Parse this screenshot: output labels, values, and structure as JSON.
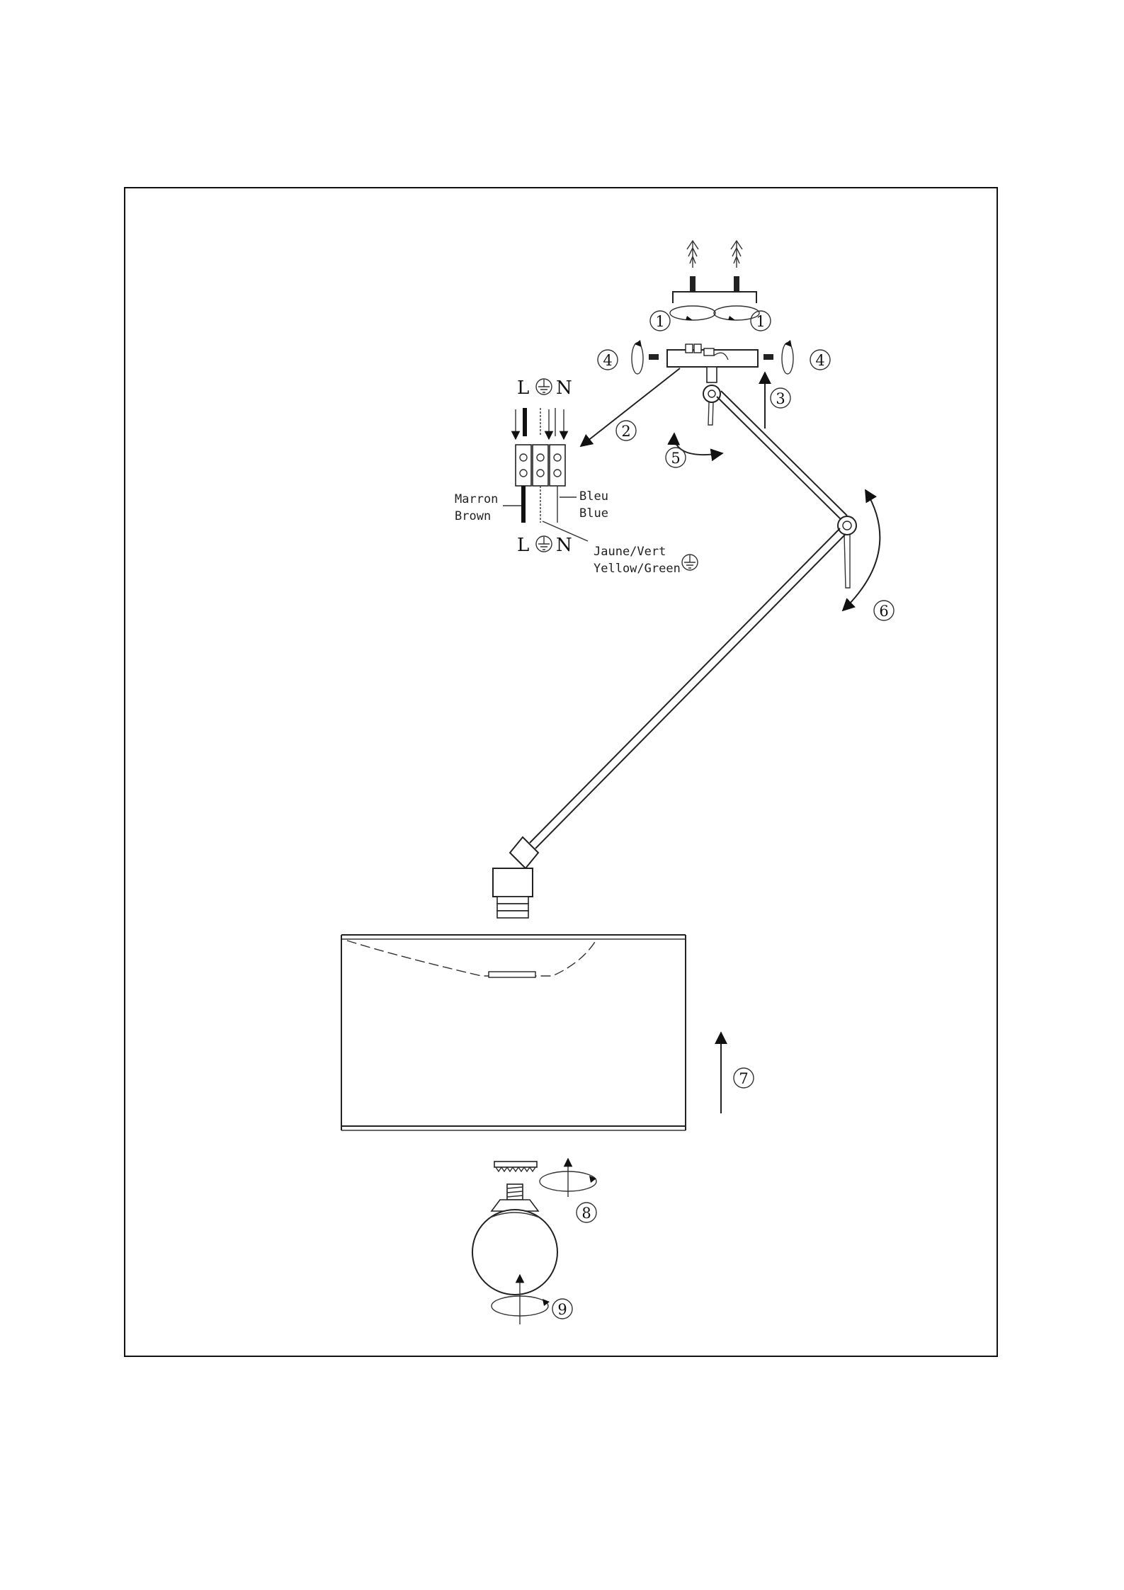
{
  "steps": [
    "1",
    "1",
    "2",
    "3",
    "4",
    "4",
    "5",
    "6",
    "7",
    "8",
    "9"
  ],
  "terminals": {
    "top_l": "L",
    "top_n": "N",
    "bottom_l": "L",
    "bottom_n": "N"
  },
  "wires": {
    "brown_fr": "Marron",
    "brown_en": "Brown",
    "blue_fr": "Bleu",
    "blue_en": "Blue",
    "earth_fr": "Jaune/Vert",
    "earth_en": "Yellow/Green"
  },
  "icons": [
    "ground-symbol",
    "rotate-arrow",
    "screw",
    "wall-plug"
  ]
}
